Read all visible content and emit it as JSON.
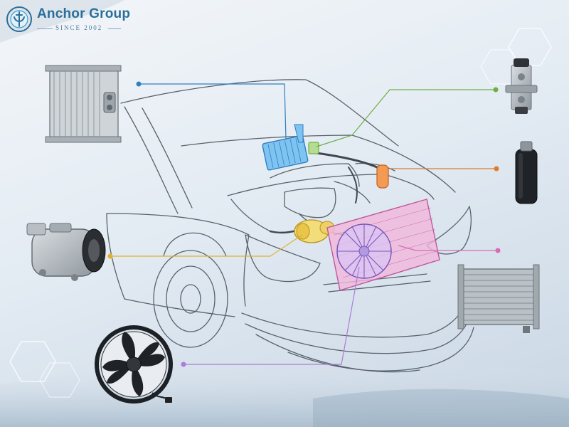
{
  "brand": {
    "name": "Anchor Group",
    "tagline": "SINCE 2002",
    "color": "#2a6f9a"
  },
  "components": [
    {
      "id": "evaporator",
      "icon": "evaporator-icon",
      "color": "#2f7fc1"
    },
    {
      "id": "expansion-valve",
      "icon": "expansion-valve-icon",
      "color": "#6fae45"
    },
    {
      "id": "receiver-drier",
      "icon": "receiver-drier-icon",
      "color": "#e07a2e"
    },
    {
      "id": "compressor",
      "icon": "compressor-icon",
      "color": "#e0b12e"
    },
    {
      "id": "condenser",
      "icon": "condenser-icon",
      "color": "#d86bb4"
    },
    {
      "id": "cooling-fan",
      "icon": "cooling-fan-icon",
      "color": "#b07ad8"
    }
  ]
}
